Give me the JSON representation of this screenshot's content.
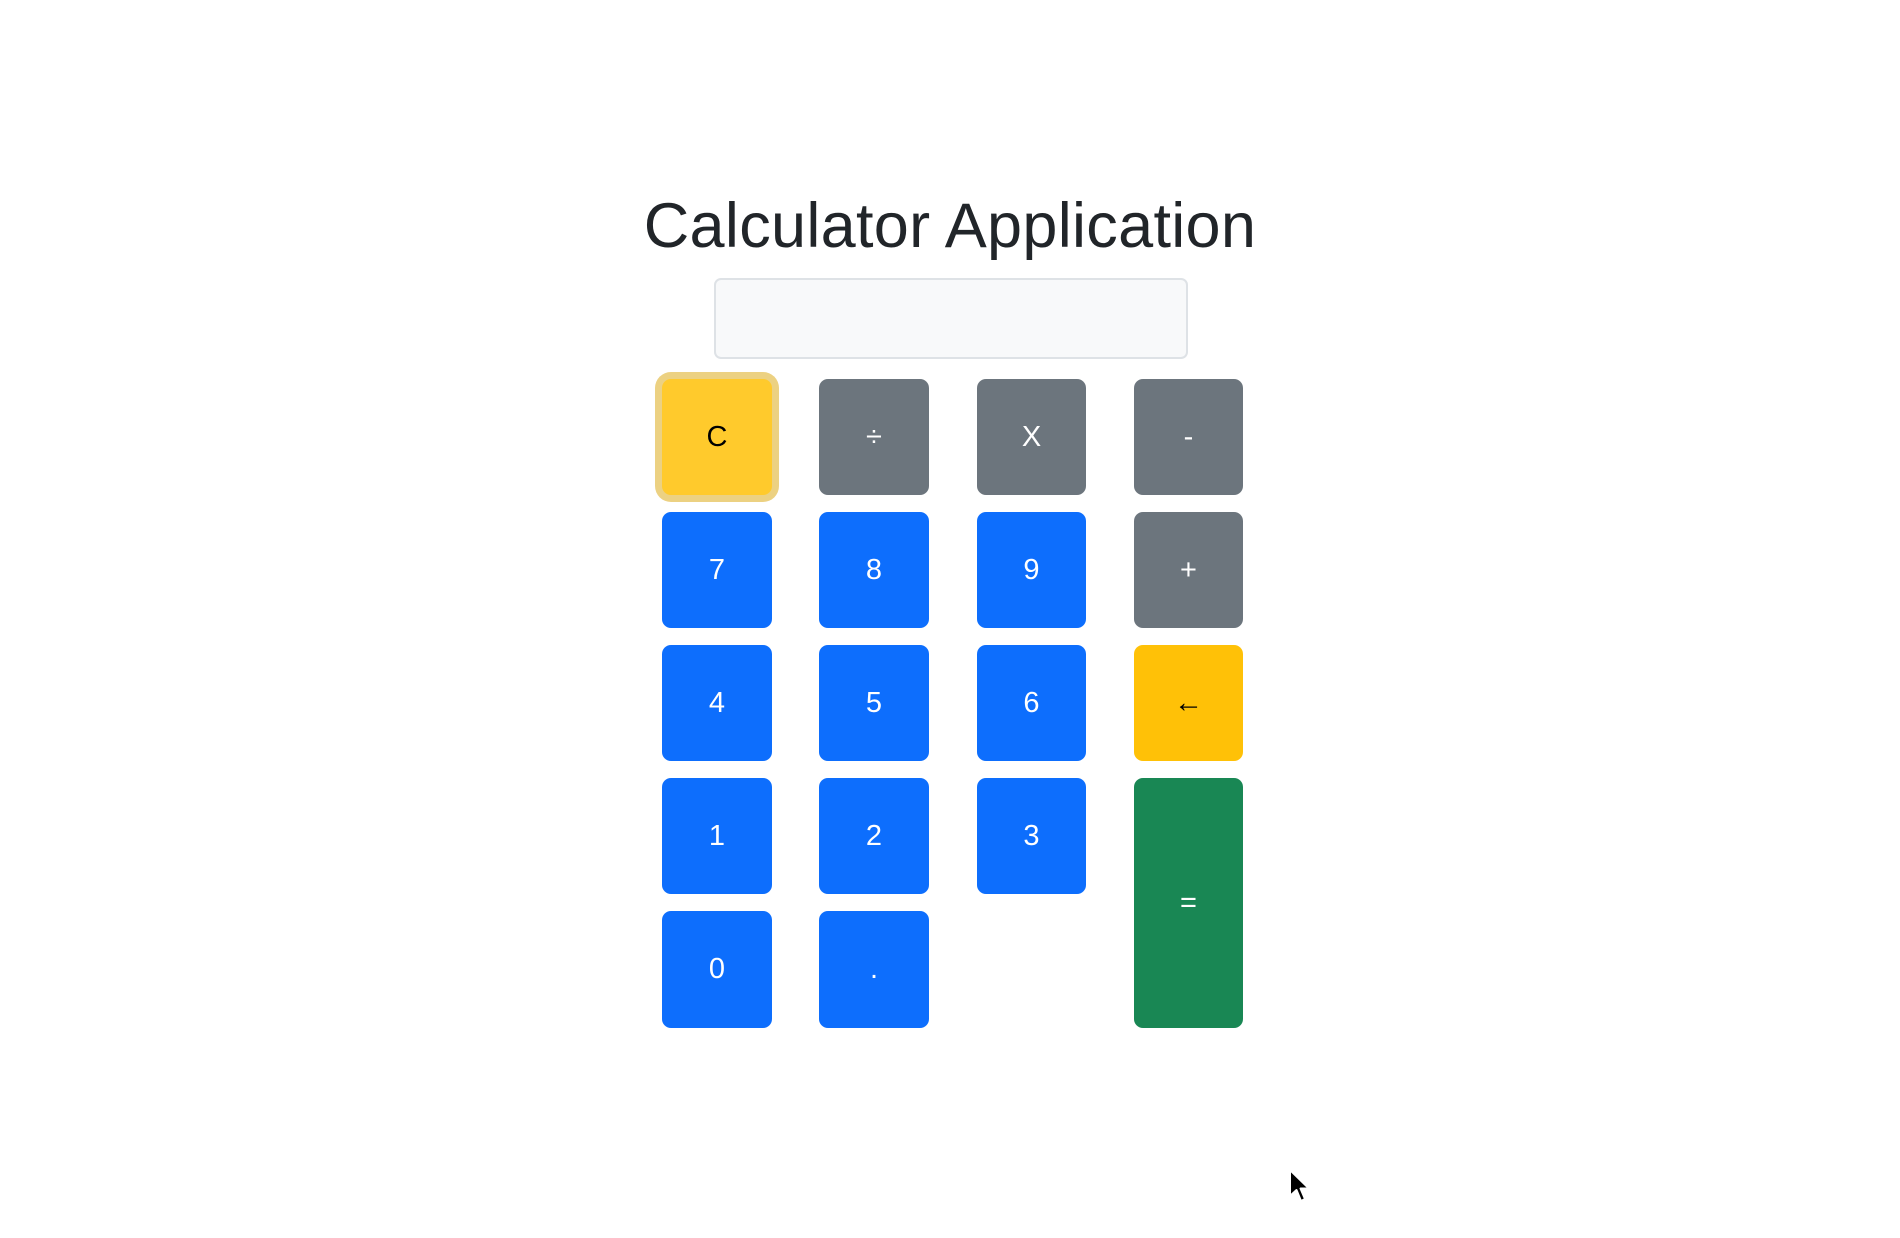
{
  "app": {
    "title": "Calculator Application"
  },
  "display": {
    "value": "",
    "placeholder": ""
  },
  "keys": {
    "clear": "C",
    "divide": "÷",
    "multiply": "X",
    "subtract": "-",
    "seven": "7",
    "eight": "8",
    "nine": "9",
    "add": "+",
    "four": "4",
    "five": "5",
    "six": "6",
    "backspace": "←",
    "one": "1",
    "two": "2",
    "three": "3",
    "equals": "=",
    "zero": "0",
    "decimal": "."
  },
  "colors": {
    "number_key": "#0d6efd",
    "operator_key": "#6c757d",
    "warning_key": "#ffc107",
    "equals_key": "#198754"
  },
  "icons": {
    "pointer": "mouse-pointer-icon"
  }
}
